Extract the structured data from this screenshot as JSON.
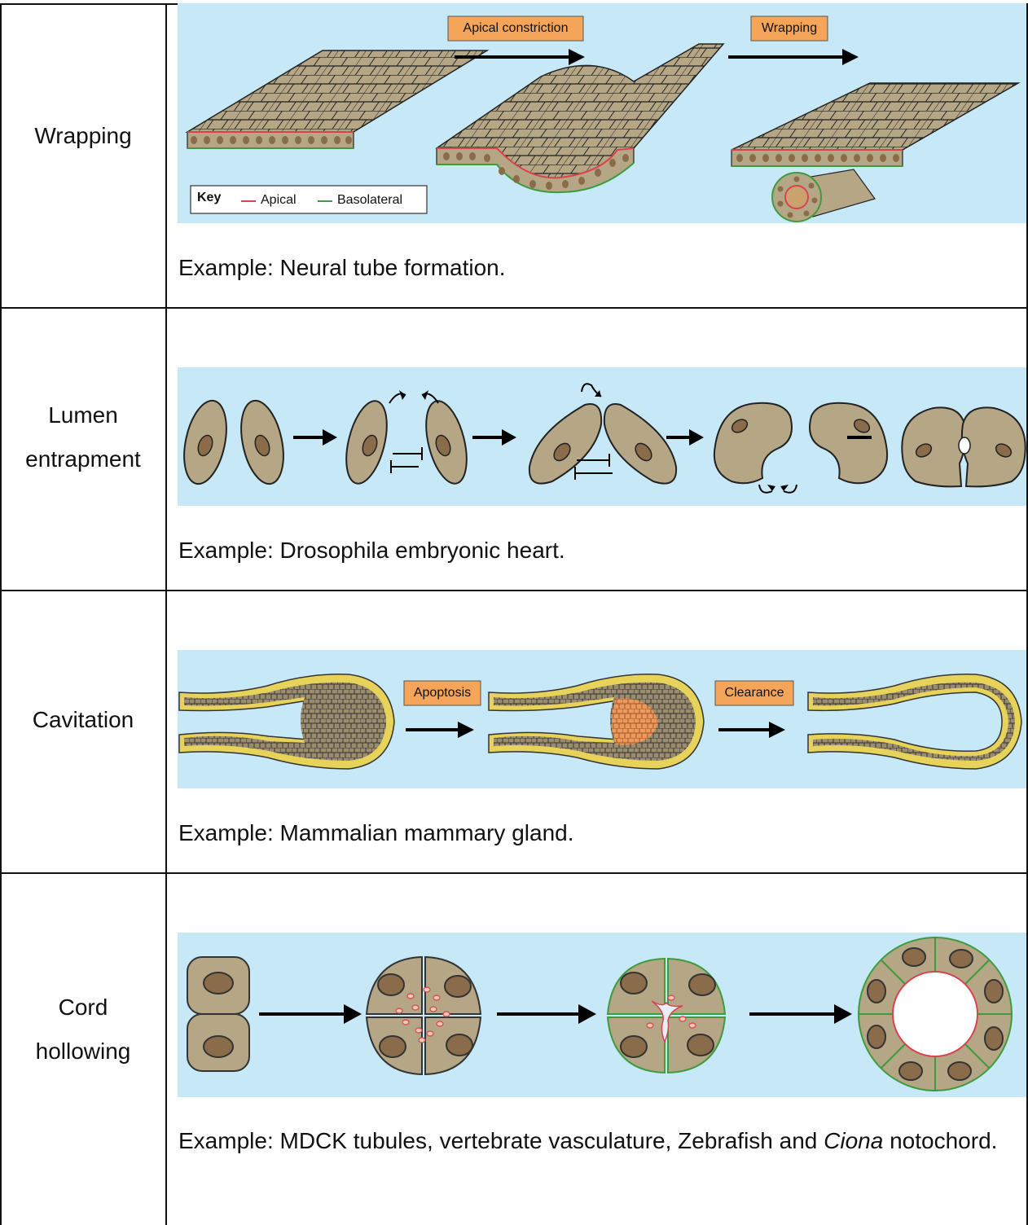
{
  "rows": [
    {
      "label_lines": [
        "Wrapping"
      ],
      "diagram": {
        "step_labels": [
          "Apical constriction",
          "Wrapping"
        ],
        "key": {
          "title": "Key",
          "apical": "Apical",
          "basolateral": "Basolateral"
        }
      },
      "example": "Example: Neural tube formation."
    },
    {
      "label_lines": [
        "Lumen",
        "entrapment"
      ],
      "example": "Example: Drosophila embryonic heart."
    },
    {
      "label_lines": [
        "Cavitation"
      ],
      "diagram": {
        "step_labels": [
          "Apoptosis",
          "Clearance"
        ]
      },
      "example": "Example: Mammalian mammary gland."
    },
    {
      "label_lines": [
        "Cord",
        "hollowing"
      ],
      "example_prefix": "Example: MDCK tubules, vertebrate vasculature, Zebrafish and ",
      "example_italic": "Ciona",
      "example_suffix": " notochord."
    }
  ],
  "colors": {
    "panel_background": "#c7e9f7",
    "cell_fill": "#b5a685",
    "nucleus_fill": "#8a6c4a",
    "apical_line": "#d9434f",
    "basolateral_line": "#3f9b3f",
    "label_box": "#f5a55a",
    "apoptotic_cells": "#ec9a5a",
    "outer_cells": "#e8d35a"
  }
}
